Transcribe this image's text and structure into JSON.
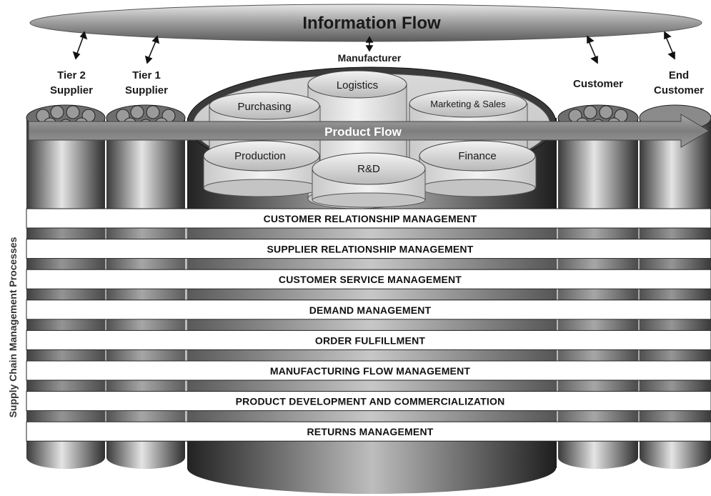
{
  "information_flow": "Information Flow",
  "product_flow": "Product Flow",
  "side_label": "Supply Chain Management Processes",
  "entities": {
    "tier2": [
      "Tier 2",
      "Supplier"
    ],
    "tier1": [
      "Tier 1",
      "Supplier"
    ],
    "manufacturer": "Manufacturer",
    "customer": "Customer",
    "end_customer": [
      "End",
      "Customer"
    ]
  },
  "functions": {
    "logistics": "Logistics",
    "purchasing": "Purchasing",
    "marketing_sales": "Marketing & Sales",
    "production": "Production",
    "finance": "Finance",
    "rd": "R&D"
  },
  "processes": [
    "CUSTOMER RELATIONSHIP MANAGEMENT",
    "SUPPLIER RELATIONSHIP MANAGEMENT",
    "CUSTOMER SERVICE MANAGEMENT",
    "DEMAND MANAGEMENT",
    "ORDER FULFILLMENT",
    "MANUFACTURING FLOW MANAGEMENT",
    "PRODUCT DEVELOPMENT AND COMMERCIALIZATION",
    "RETURNS MANAGEMENT"
  ],
  "colors": {
    "band_fill": "#ffffff",
    "cylinder_dark": "#2b2b2b",
    "cylinder_light": "#d8d8d8",
    "arrow_fill": "#8c8c8c"
  }
}
